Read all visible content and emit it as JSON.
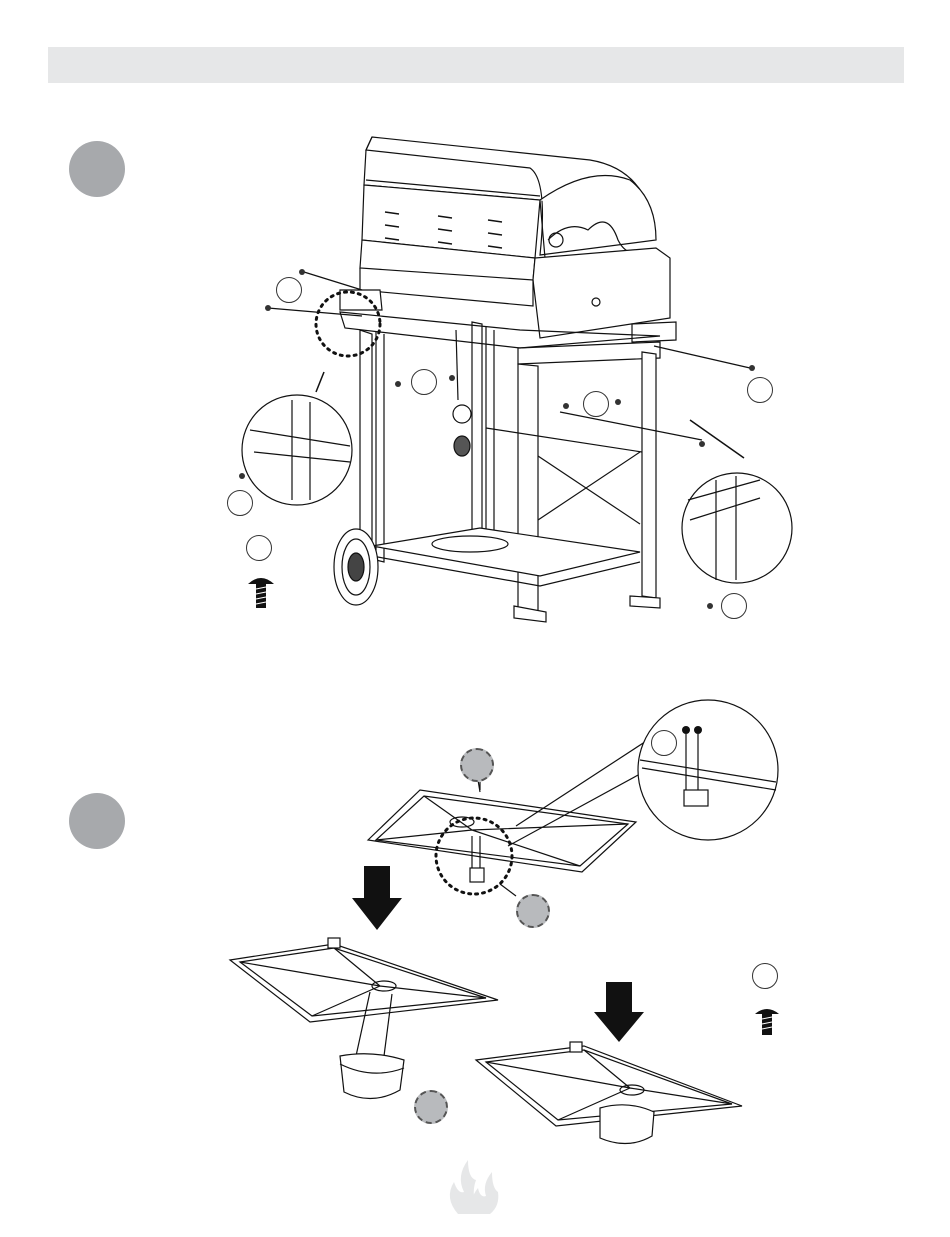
{
  "page": {
    "header_bar_color": "#e6e7e8",
    "step_circle_color": "#a7a9ac",
    "callout_dashed_color": "#b8babd"
  },
  "step1": {
    "icon": "step-number-circle",
    "figure": "grill-cart-frame-assembly",
    "callouts_icon": "part-reference-circle",
    "hardware_icon": "screw-icon"
  },
  "step2": {
    "icon": "step-number-circle",
    "figure": "bottom-tray-and-tank-holder-assembly",
    "callouts_icon": "part-reference-circle",
    "hardware_icon": "screw-icon"
  },
  "footer": {
    "logo_icon": "flame-logo-icon"
  }
}
